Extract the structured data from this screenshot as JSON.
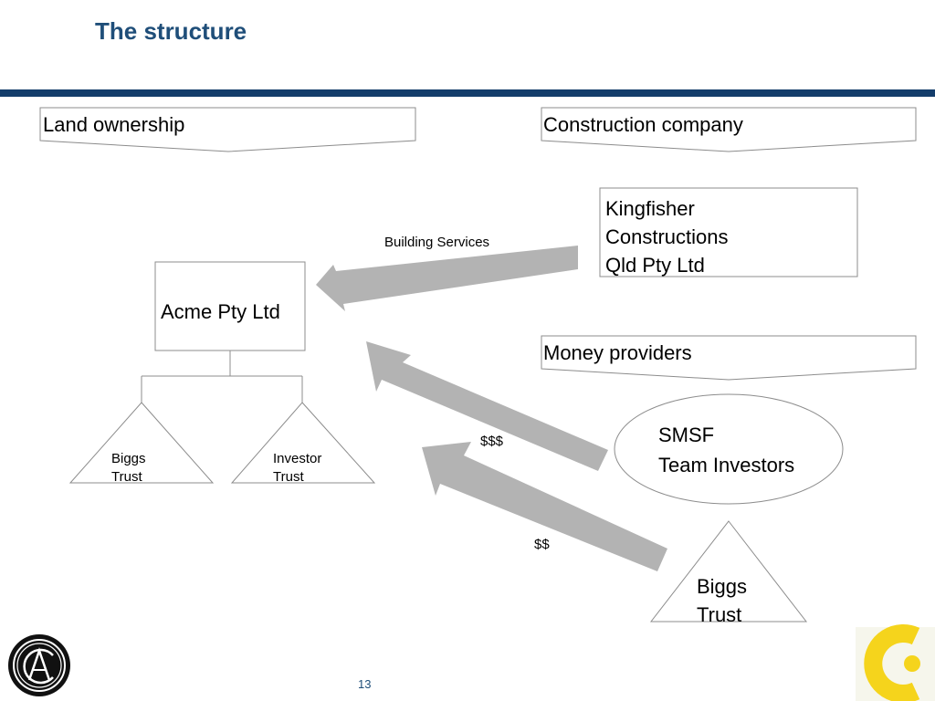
{
  "slide": {
    "title": "The structure",
    "page_number": "13"
  },
  "headers": {
    "land": "Land ownership",
    "construction": "Construction company",
    "money": "Money providers"
  },
  "kingfisher": {
    "line1": "Kingfisher",
    "line2": "Constructions",
    "line3": "Qld Pty Ltd"
  },
  "acme": {
    "label": "Acme Pty Ltd"
  },
  "biggs_trust_small": {
    "line1": "Biggs",
    "line2": "Trust"
  },
  "investor_trust": {
    "line1": "Investor",
    "line2": "Trust"
  },
  "smsf": {
    "line1": "SMSF",
    "line2": "Team Investors"
  },
  "biggs_trust_large": {
    "line1": "Biggs",
    "line2": "Trust"
  },
  "flows": {
    "building_services": "Building Services",
    "smsf_money": "$$$",
    "biggs_money": "$$"
  },
  "colors": {
    "title": "#1f4e79",
    "bar": "#143d6b",
    "arrow": "#b3b3b3",
    "logo_yellow": "#f5d41c"
  },
  "logos": {
    "left": "circular-ac-monogram",
    "right": "yellow-c-logo"
  }
}
